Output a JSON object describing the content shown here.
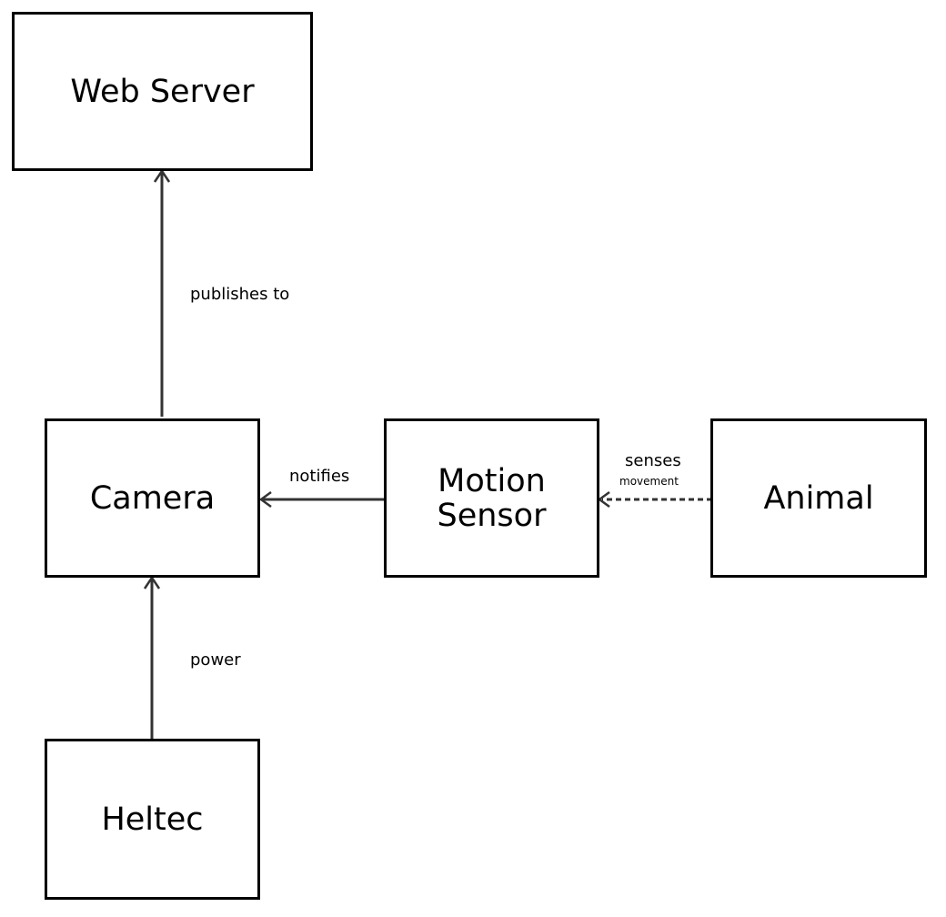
{
  "nodes": {
    "web_server": "Web Server",
    "camera": "Camera",
    "motion_sensor": [
      "Motion",
      "Sensor"
    ],
    "animal": "Animal",
    "heltec": "Heltec"
  },
  "edges": {
    "publishes_to": "publishes to",
    "notifies": "notifies",
    "senses": "senses",
    "movement": "movement",
    "power": "power"
  },
  "colors": {
    "line": "#333333",
    "border": "#000000",
    "background": "#ffffff"
  }
}
